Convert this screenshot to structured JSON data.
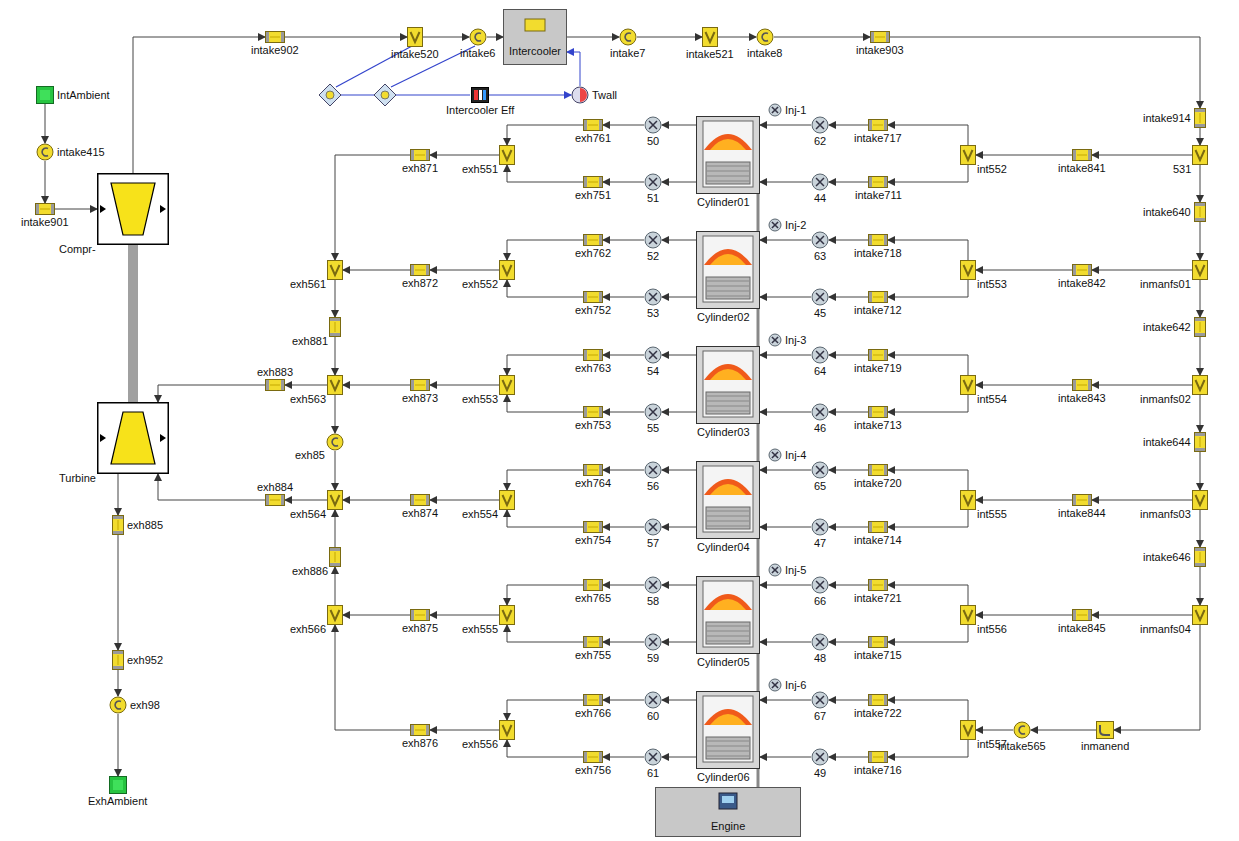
{
  "diagram": {
    "nodes": [
      {
        "text": [
          "IntAmbient"
        ]
      },
      {
        "text": [
          "intake415"
        ]
      },
      {
        "text": [
          "intake901"
        ]
      },
      {
        "text": [
          "Compr-"
        ]
      },
      {
        "text": [
          "intake902"
        ]
      },
      {
        "text": [
          "intake520"
        ]
      },
      {
        "text": [
          "intake6"
        ]
      },
      {
        "text": [
          "Intercooler"
        ]
      },
      {
        "text": [
          "intake7"
        ]
      },
      {
        "text": [
          "intake521"
        ]
      },
      {
        "text": [
          "intake8"
        ]
      },
      {
        "text": [
          "intake903"
        ]
      },
      {
        "text": [
          "Intercooler Eff"
        ]
      },
      {
        "text": [
          "Twall"
        ]
      },
      {
        "text": [
          "Turbine"
        ]
      },
      {
        "text": [
          "exh885"
        ]
      },
      {
        "text": [
          "exh952"
        ]
      },
      {
        "text": [
          "exh98"
        ]
      },
      {
        "text": [
          "ExhAmbient"
        ]
      },
      {
        "text": [
          "Engine"
        ]
      },
      {
        "text": [
          "intake914"
        ]
      },
      {
        "text": [
          "531"
        ]
      },
      {
        "text": [
          "intake640"
        ]
      },
      {
        "text": [
          "inmanfs01"
        ]
      },
      {
        "text": [
          "intake642"
        ]
      },
      {
        "text": [
          "inmanfs02"
        ]
      },
      {
        "text": [
          "intake644"
        ]
      },
      {
        "text": [
          "inmanfs03"
        ]
      },
      {
        "text": [
          "intake646"
        ]
      },
      {
        "text": [
          "inmanfs04"
        ]
      },
      {
        "text": [
          "inmanend"
        ]
      },
      {
        "text": [
          "exh561"
        ]
      },
      {
        "text": [
          "exh881"
        ]
      },
      {
        "text": [
          "exh563"
        ]
      },
      {
        "text": [
          "exh85"
        ]
      },
      {
        "text": [
          "exh564"
        ]
      },
      {
        "text": [
          "exh886"
        ]
      },
      {
        "text": [
          "exh566"
        ]
      },
      {
        "text": [
          "exh883"
        ]
      },
      {
        "text": [
          "exh884"
        ]
      },
      {
        "text": [
          "Inj-1"
        ]
      },
      {
        "text": [
          "Cylinder01"
        ]
      },
      {
        "text": [
          "exh761"
        ]
      },
      {
        "text": [
          "exh751"
        ]
      },
      {
        "text": [
          "50"
        ]
      },
      {
        "text": [
          "51"
        ]
      },
      {
        "text": [
          "62"
        ]
      },
      {
        "text": [
          "44"
        ]
      },
      {
        "text": [
          "intake717"
        ]
      },
      {
        "text": [
          "intake711"
        ]
      },
      {
        "text": [
          "exh551"
        ]
      },
      {
        "text": [
          "int552"
        ]
      },
      {
        "text": [
          "intake841"
        ]
      },
      {
        "text": [
          "exh871"
        ]
      },
      {
        "text": [
          "Inj-2"
        ]
      },
      {
        "text": [
          "Cylinder02"
        ]
      },
      {
        "text": [
          "exh762"
        ]
      },
      {
        "text": [
          "exh752"
        ]
      },
      {
        "text": [
          "52"
        ]
      },
      {
        "text": [
          "53"
        ]
      },
      {
        "text": [
          "63"
        ]
      },
      {
        "text": [
          "45"
        ]
      },
      {
        "text": [
          "intake718"
        ]
      },
      {
        "text": [
          "intake712"
        ]
      },
      {
        "text": [
          "exh552"
        ]
      },
      {
        "text": [
          "int553"
        ]
      },
      {
        "text": [
          "intake842"
        ]
      },
      {
        "text": [
          "exh872"
        ]
      },
      {
        "text": [
          "Inj-3"
        ]
      },
      {
        "text": [
          "Cylinder03"
        ]
      },
      {
        "text": [
          "exh763"
        ]
      },
      {
        "text": [
          "exh753"
        ]
      },
      {
        "text": [
          "54"
        ]
      },
      {
        "text": [
          "55"
        ]
      },
      {
        "text": [
          "64"
        ]
      },
      {
        "text": [
          "46"
        ]
      },
      {
        "text": [
          "intake719"
        ]
      },
      {
        "text": [
          "intake713"
        ]
      },
      {
        "text": [
          "exh553"
        ]
      },
      {
        "text": [
          "int554"
        ]
      },
      {
        "text": [
          "intake843"
        ]
      },
      {
        "text": [
          "exh873"
        ]
      },
      {
        "text": [
          "Inj-4"
        ]
      },
      {
        "text": [
          "Cylinder04"
        ]
      },
      {
        "text": [
          "exh764"
        ]
      },
      {
        "text": [
          "exh754"
        ]
      },
      {
        "text": [
          "56"
        ]
      },
      {
        "text": [
          "57"
        ]
      },
      {
        "text": [
          "65"
        ]
      },
      {
        "text": [
          "47"
        ]
      },
      {
        "text": [
          "intake720"
        ]
      },
      {
        "text": [
          "intake714"
        ]
      },
      {
        "text": [
          "exh554"
        ]
      },
      {
        "text": [
          "int555"
        ]
      },
      {
        "text": [
          "intake844"
        ]
      },
      {
        "text": [
          "exh874"
        ]
      },
      {
        "text": [
          "Inj-5"
        ]
      },
      {
        "text": [
          "Cylinder05"
        ]
      },
      {
        "text": [
          "exh765"
        ]
      },
      {
        "text": [
          "exh755"
        ]
      },
      {
        "text": [
          "58"
        ]
      },
      {
        "text": [
          "59"
        ]
      },
      {
        "text": [
          "66"
        ]
      },
      {
        "text": [
          "48"
        ]
      },
      {
        "text": [
          "intake721"
        ]
      },
      {
        "text": [
          "intake715"
        ]
      },
      {
        "text": [
          "exh555"
        ]
      },
      {
        "text": [
          "int556"
        ]
      },
      {
        "text": [
          "intake845"
        ]
      },
      {
        "text": [
          "exh875"
        ]
      },
      {
        "text": [
          "Inj-6"
        ]
      },
      {
        "text": [
          "Cylinder06"
        ]
      },
      {
        "text": [
          "exh766"
        ]
      },
      {
        "text": [
          "exh756"
        ]
      },
      {
        "text": [
          "60"
        ]
      },
      {
        "text": [
          "61"
        ]
      },
      {
        "text": [
          "67"
        ]
      },
      {
        "text": [
          "49"
        ]
      },
      {
        "text": [
          "intake722"
        ]
      },
      {
        "text": [
          "intake716"
        ]
      },
      {
        "text": [
          "exh556"
        ]
      },
      {
        "text": [
          "int557"
        ]
      },
      {
        "text": [
          "intake565"
        ]
      },
      {
        "text": [
          "exh876"
        ]
      }
    ],
    "edges": [
      {
        "from": 0,
        "to": 1,
        "arrow": "to"
      },
      {
        "from": 1,
        "to": 2,
        "arrow": "to"
      },
      {
        "from": 2,
        "to": 3,
        "arrow": "to"
      },
      {
        "from": 3,
        "to": 4,
        "arrow": "to"
      },
      {
        "from": 4,
        "to": 5,
        "arrow": "to"
      },
      {
        "from": 5,
        "to": 6,
        "arrow": "to"
      },
      {
        "from": 6,
        "to": 7,
        "arrow": "to"
      },
      {
        "from": 7,
        "to": 8,
        "arrow": "to"
      },
      {
        "from": 8,
        "to": 9,
        "arrow": "to"
      },
      {
        "from": 9,
        "to": 10,
        "arrow": "to"
      },
      {
        "from": 10,
        "to": 11,
        "arrow": "to"
      },
      {
        "from": 11,
        "to": 20,
        "arrow": "to"
      },
      {
        "from": 20,
        "to": 21,
        "arrow": "to"
      },
      {
        "from": 21,
        "to": 22,
        "arrow": "to"
      },
      {
        "from": 22,
        "to": 23,
        "arrow": "to"
      },
      {
        "from": 23,
        "to": 24,
        "arrow": "to"
      },
      {
        "from": 24,
        "to": 25,
        "arrow": "to"
      },
      {
        "from": 25,
        "to": 26,
        "arrow": "to"
      },
      {
        "from": 26,
        "to": 27,
        "arrow": "to"
      },
      {
        "from": 27,
        "to": 28,
        "arrow": "to"
      },
      {
        "from": 28,
        "to": 29,
        "arrow": "to"
      },
      {
        "from": 29,
        "to": 30,
        "arrow": "to"
      },
      {
        "from": 30,
        "to": 122,
        "arrow": "to"
      },
      {
        "from": 21,
        "to": 52,
        "arrow": "to"
      },
      {
        "from": 23,
        "to": 66,
        "arrow": "to"
      },
      {
        "from": 25,
        "to": 80,
        "arrow": "to"
      },
      {
        "from": 27,
        "to": 94,
        "arrow": "to"
      },
      {
        "from": 29,
        "to": 108,
        "arrow": "to"
      },
      {
        "from": 12,
        "to": 13,
        "arrow": "to"
      },
      {
        "from": 13,
        "to": 7,
        "arrow": "to"
      },
      {
        "from": 3,
        "to": 14,
        "arrow": "none"
      },
      {
        "from": 14,
        "to": 15,
        "arrow": "to"
      },
      {
        "from": 15,
        "to": 16,
        "arrow": "to"
      },
      {
        "from": 16,
        "to": 17,
        "arrow": "to"
      },
      {
        "from": 17,
        "to": 18,
        "arrow": "to"
      },
      {
        "from": 53,
        "to": 31,
        "arrow": "to"
      },
      {
        "from": 67,
        "to": 31,
        "arrow": "to"
      },
      {
        "from": 31,
        "to": 32,
        "arrow": "to"
      },
      {
        "from": 32,
        "to": 33,
        "arrow": "to"
      },
      {
        "from": 81,
        "to": 33,
        "arrow": "to"
      },
      {
        "from": 33,
        "to": 38,
        "arrow": "to"
      },
      {
        "from": 38,
        "to": 14,
        "arrow": "to"
      },
      {
        "from": 33,
        "to": 34,
        "arrow": "to"
      },
      {
        "from": 34,
        "to": 35,
        "arrow": "to"
      },
      {
        "from": 95,
        "to": 35,
        "arrow": "to"
      },
      {
        "from": 35,
        "to": 39,
        "arrow": "to"
      },
      {
        "from": 39,
        "to": 14,
        "arrow": "to"
      },
      {
        "from": 109,
        "to": 37,
        "arrow": "to"
      },
      {
        "from": 123,
        "to": 37,
        "arrow": "to"
      },
      {
        "from": 37,
        "to": 36,
        "arrow": "to"
      },
      {
        "from": 36,
        "to": 35,
        "arrow": "to"
      },
      {
        "from": 52,
        "to": 51,
        "arrow": "to"
      },
      {
        "from": 51,
        "to": 48,
        "arrow": "to"
      },
      {
        "from": 51,
        "to": 49,
        "arrow": "to"
      },
      {
        "from": 48,
        "to": 46,
        "arrow": "to"
      },
      {
        "from": 49,
        "to": 47,
        "arrow": "to"
      },
      {
        "from": 46,
        "to": 41,
        "arrow": "to"
      },
      {
        "from": 47,
        "to": 41,
        "arrow": "to"
      },
      {
        "from": 41,
        "to": 44,
        "arrow": "to"
      },
      {
        "from": 41,
        "to": 45,
        "arrow": "to"
      },
      {
        "from": 44,
        "to": 42,
        "arrow": "to"
      },
      {
        "from": 45,
        "to": 43,
        "arrow": "to"
      },
      {
        "from": 42,
        "to": 50,
        "arrow": "to"
      },
      {
        "from": 43,
        "to": 50,
        "arrow": "to"
      },
      {
        "from": 50,
        "to": 53,
        "arrow": "to"
      },
      {
        "from": 66,
        "to": 65,
        "arrow": "to"
      },
      {
        "from": 65,
        "to": 62,
        "arrow": "to"
      },
      {
        "from": 65,
        "to": 63,
        "arrow": "to"
      },
      {
        "from": 62,
        "to": 60,
        "arrow": "to"
      },
      {
        "from": 63,
        "to": 61,
        "arrow": "to"
      },
      {
        "from": 60,
        "to": 55,
        "arrow": "to"
      },
      {
        "from": 61,
        "to": 55,
        "arrow": "to"
      },
      {
        "from": 55,
        "to": 58,
        "arrow": "to"
      },
      {
        "from": 55,
        "to": 59,
        "arrow": "to"
      },
      {
        "from": 58,
        "to": 56,
        "arrow": "to"
      },
      {
        "from": 59,
        "to": 57,
        "arrow": "to"
      },
      {
        "from": 56,
        "to": 64,
        "arrow": "to"
      },
      {
        "from": 57,
        "to": 64,
        "arrow": "to"
      },
      {
        "from": 64,
        "to": 67,
        "arrow": "to"
      },
      {
        "from": 80,
        "to": 79,
        "arrow": "to"
      },
      {
        "from": 79,
        "to": 76,
        "arrow": "to"
      },
      {
        "from": 79,
        "to": 77,
        "arrow": "to"
      },
      {
        "from": 76,
        "to": 74,
        "arrow": "to"
      },
      {
        "from": 77,
        "to": 75,
        "arrow": "to"
      },
      {
        "from": 74,
        "to": 69,
        "arrow": "to"
      },
      {
        "from": 75,
        "to": 69,
        "arrow": "to"
      },
      {
        "from": 69,
        "to": 72,
        "arrow": "to"
      },
      {
        "from": 69,
        "to": 73,
        "arrow": "to"
      },
      {
        "from": 72,
        "to": 70,
        "arrow": "to"
      },
      {
        "from": 73,
        "to": 71,
        "arrow": "to"
      },
      {
        "from": 70,
        "to": 78,
        "arrow": "to"
      },
      {
        "from": 71,
        "to": 78,
        "arrow": "to"
      },
      {
        "from": 78,
        "to": 81,
        "arrow": "to"
      },
      {
        "from": 94,
        "to": 93,
        "arrow": "to"
      },
      {
        "from": 93,
        "to": 90,
        "arrow": "to"
      },
      {
        "from": 93,
        "to": 91,
        "arrow": "to"
      },
      {
        "from": 90,
        "to": 88,
        "arrow": "to"
      },
      {
        "from": 91,
        "to": 89,
        "arrow": "to"
      },
      {
        "from": 88,
        "to": 83,
        "arrow": "to"
      },
      {
        "from": 89,
        "to": 83,
        "arrow": "to"
      },
      {
        "from": 83,
        "to": 86,
        "arrow": "to"
      },
      {
        "from": 83,
        "to": 87,
        "arrow": "to"
      },
      {
        "from": 86,
        "to": 84,
        "arrow": "to"
      },
      {
        "from": 87,
        "to": 85,
        "arrow": "to"
      },
      {
        "from": 84,
        "to": 92,
        "arrow": "to"
      },
      {
        "from": 85,
        "to": 92,
        "arrow": "to"
      },
      {
        "from": 92,
        "to": 95,
        "arrow": "to"
      },
      {
        "from": 108,
        "to": 107,
        "arrow": "to"
      },
      {
        "from": 107,
        "to": 104,
        "arrow": "to"
      },
      {
        "from": 107,
        "to": 105,
        "arrow": "to"
      },
      {
        "from": 104,
        "to": 102,
        "arrow": "to"
      },
      {
        "from": 105,
        "to": 103,
        "arrow": "to"
      },
      {
        "from": 102,
        "to": 97,
        "arrow": "to"
      },
      {
        "from": 103,
        "to": 97,
        "arrow": "to"
      },
      {
        "from": 97,
        "to": 100,
        "arrow": "to"
      },
      {
        "from": 97,
        "to": 101,
        "arrow": "to"
      },
      {
        "from": 100,
        "to": 98,
        "arrow": "to"
      },
      {
        "from": 101,
        "to": 99,
        "arrow": "to"
      },
      {
        "from": 98,
        "to": 106,
        "arrow": "to"
      },
      {
        "from": 99,
        "to": 106,
        "arrow": "to"
      },
      {
        "from": 106,
        "to": 109,
        "arrow": "to"
      },
      {
        "from": 122,
        "to": 121,
        "arrow": "to"
      },
      {
        "from": 121,
        "to": 118,
        "arrow": "to"
      },
      {
        "from": 121,
        "to": 119,
        "arrow": "to"
      },
      {
        "from": 118,
        "to": 116,
        "arrow": "to"
      },
      {
        "from": 119,
        "to": 117,
        "arrow": "to"
      },
      {
        "from": 116,
        "to": 111,
        "arrow": "to"
      },
      {
        "from": 117,
        "to": 111,
        "arrow": "to"
      },
      {
        "from": 111,
        "to": 114,
        "arrow": "to"
      },
      {
        "from": 111,
        "to": 115,
        "arrow": "to"
      },
      {
        "from": 114,
        "to": 112,
        "arrow": "to"
      },
      {
        "from": 115,
        "to": 113,
        "arrow": "to"
      },
      {
        "from": 112,
        "to": 120,
        "arrow": "to"
      },
      {
        "from": 113,
        "to": 120,
        "arrow": "to"
      },
      {
        "from": 120,
        "to": 123,
        "arrow": "to"
      },
      {
        "from": 41,
        "to": 55,
        "arrow": "none"
      },
      {
        "from": 55,
        "to": 69,
        "arrow": "none"
      },
      {
        "from": 69,
        "to": 83,
        "arrow": "none"
      },
      {
        "from": 83,
        "to": 97,
        "arrow": "none"
      },
      {
        "from": 97,
        "to": 111,
        "arrow": "none"
      },
      {
        "from": 111,
        "to": 19,
        "arrow": "none"
      }
    ]
  }
}
